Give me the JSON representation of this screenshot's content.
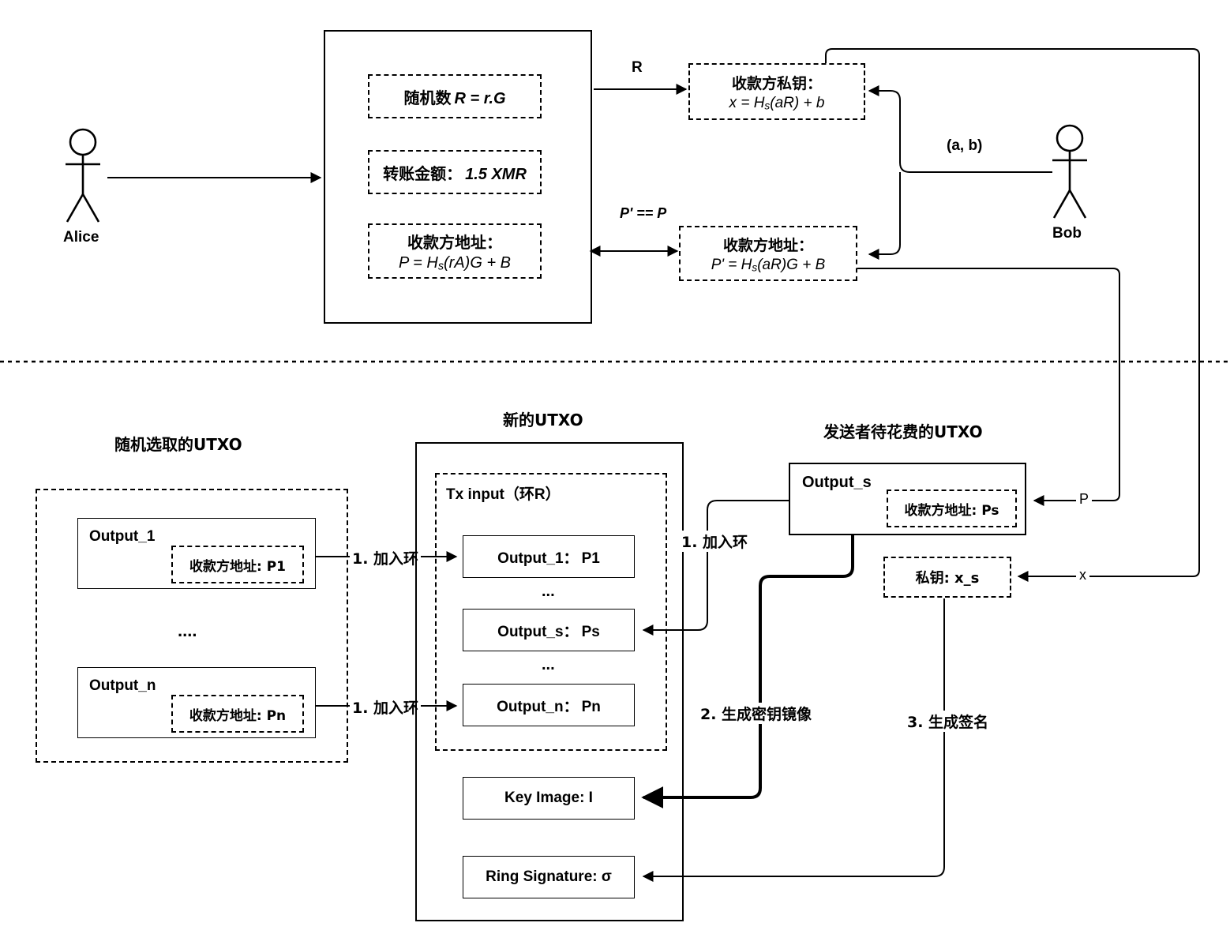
{
  "diagram": {
    "title": "Monero Stealth Address and Ring Signature Flow",
    "actors": {
      "sender": "Alice",
      "receiver": "Bob"
    },
    "top_section": {
      "tx_box": {
        "fields": [
          {
            "id": "random-number",
            "label": "随机数",
            "formula": "R = r.G"
          },
          {
            "id": "transfer-amount",
            "label": "转账金额：",
            "value": "1.5 XMR"
          },
          {
            "id": "payee-address",
            "label": "收款方地址：",
            "formula_prefix": "P = H",
            "formula_sub": "s",
            "formula_suffix": "(rA)G + B"
          }
        ]
      },
      "receiver_private_key": {
        "label": "收款方私钥：",
        "formula_prefix": "x = H",
        "formula_sub": "s",
        "formula_suffix": "(aR) + b"
      },
      "receiver_address": {
        "label": "收款方地址：",
        "formula_prefix": "P' = H",
        "formula_sub": "s",
        "formula_suffix": "(aR)G + B"
      },
      "edges": {
        "R": "R",
        "compare": "P' == P",
        "keys": "(a, b)"
      }
    },
    "bottom_section": {
      "headings": {
        "random_utxo": "随机选取的UTXO",
        "new_utxo": "新的UTXO",
        "sender_utxo": "发送者待花费的UTXO"
      },
      "random_utxos": [
        {
          "name": "Output_1",
          "addr": "收款方地址: P1"
        },
        {
          "name": "Output_n",
          "addr": "收款方地址: Pn"
        }
      ],
      "random_utxo_ellipsis": "....",
      "tx_input": {
        "title": "Tx input（环R）",
        "rows": [
          {
            "label": "Output_1：",
            "value": "P1"
          },
          {
            "label": "Output_s：",
            "value": "Ps"
          },
          {
            "label": "Output_n：",
            "value": "Pn"
          }
        ],
        "ellipsis": "..."
      },
      "key_image": "Key Image: I",
      "ring_signature": "Ring Signature: σ",
      "sender_utxo": {
        "name": "Output_s",
        "addr": "收款方地址: Ps",
        "private_key": "私钥: x_s"
      },
      "edge_labels": {
        "join_ring_1": "1. 加入环",
        "join_ring_2": "1. 加入环",
        "join_ring_3": "1. 加入环",
        "gen_key_image": "2. 生成密钥镜像",
        "gen_signature": "3. 生成签名",
        "P": "P",
        "x": "x"
      }
    }
  },
  "colors": {
    "stroke": "#000000",
    "background": "#ffffff"
  }
}
